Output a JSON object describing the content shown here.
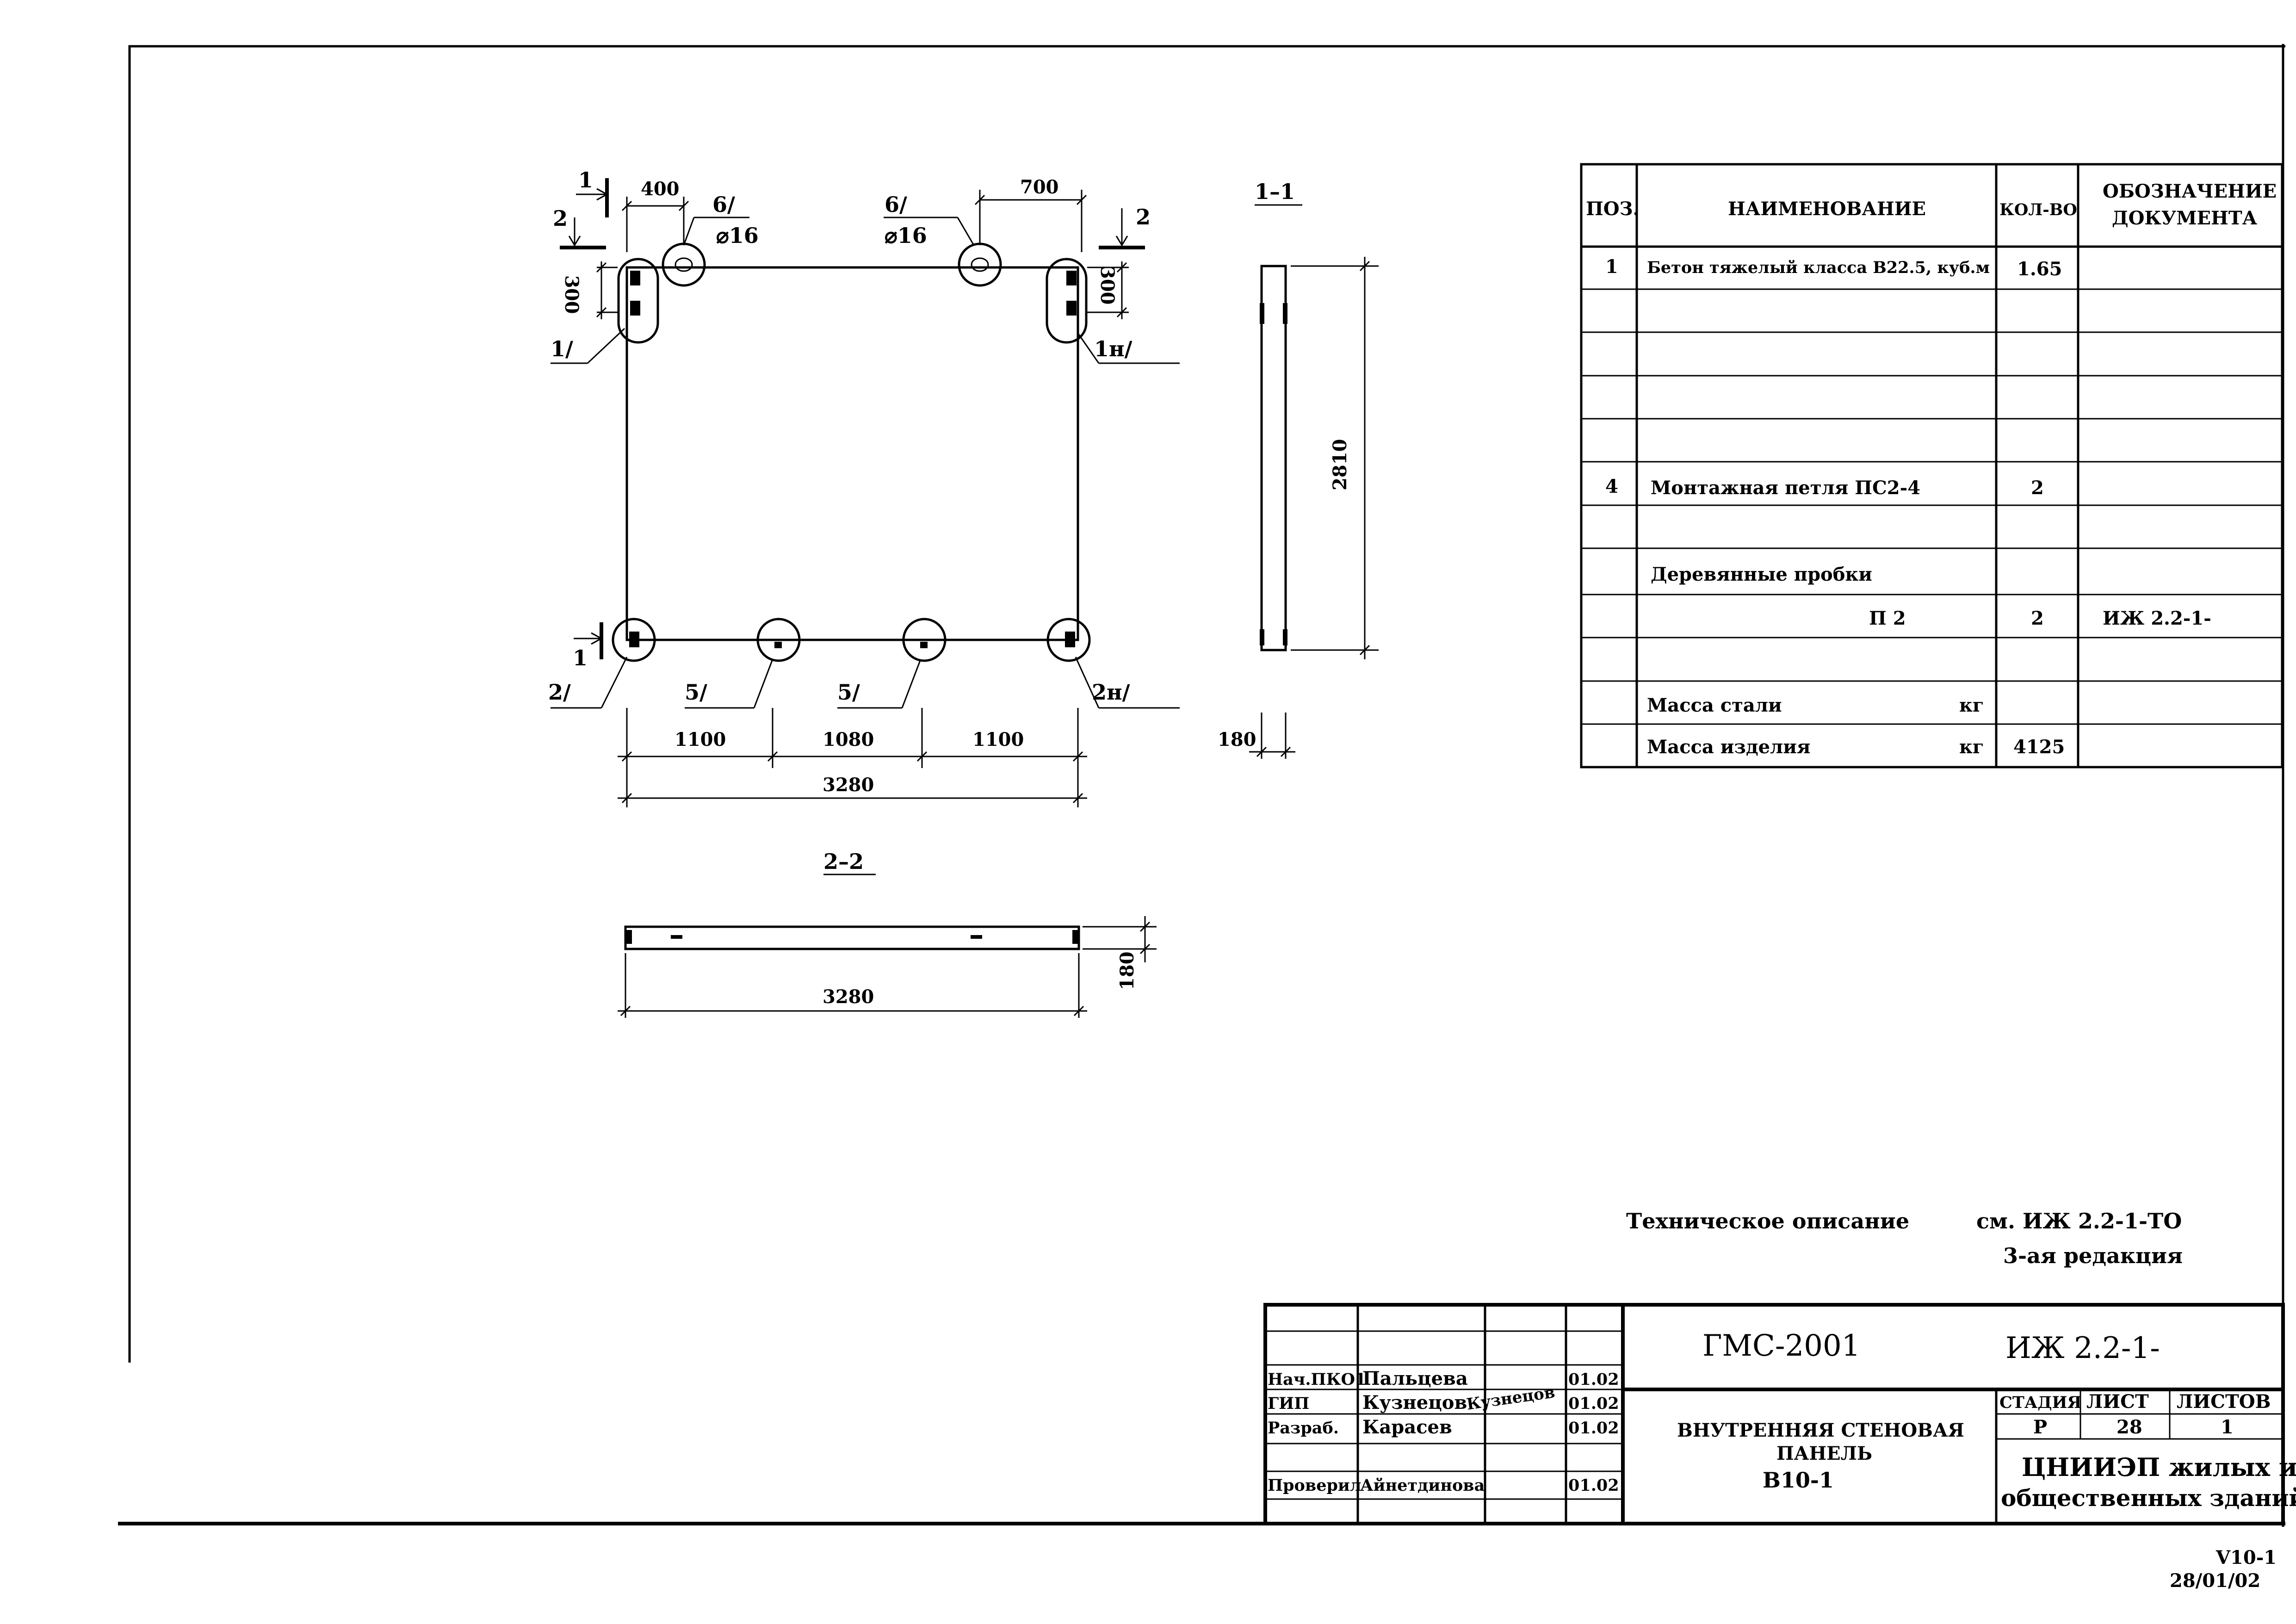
{
  "elevation": {
    "marks": {
      "cut1_top": "1",
      "cut2_top": "2",
      "cut2_right": "2",
      "cut1_bottom": "1",
      "pos1": "1/",
      "pos1n": "1н/",
      "pos2": "2/",
      "pos2n": "2н/",
      "pos5a": "5/",
      "pos5b": "5/",
      "pos6a": "6/",
      "pos6b": "6/"
    },
    "dims": {
      "loop_left": "400",
      "loop_right": "700",
      "hole_left": "⌀16",
      "hole_right": "⌀16",
      "left_300": "300",
      "right_300": "300",
      "bottom_1": "1100",
      "bottom_2": "1080",
      "bottom_3": "1100",
      "total": "3280"
    }
  },
  "section_1_1": {
    "title": "1–1",
    "height": "2810",
    "thickness": "180"
  },
  "section_2_2": {
    "title": "2–2",
    "thickness": "180",
    "length": "3280"
  },
  "spec_table": {
    "headers": {
      "pos": "ПОЗ.",
      "name": "НАИМЕНОВАНИЕ",
      "qty": "КОЛ-ВО",
      "doc_1": "ОБОЗНАЧЕНИЕ",
      "doc_2": "ДОКУМЕНТА"
    },
    "rows": [
      {
        "pos": "1",
        "name": "Бетон тяжелый класса B22.5, куб.м",
        "qty": "1.65",
        "doc": ""
      },
      {
        "pos": "",
        "name": "",
        "qty": "",
        "doc": ""
      },
      {
        "pos": "",
        "name": "",
        "qty": "",
        "doc": ""
      },
      {
        "pos": "",
        "name": "",
        "qty": "",
        "doc": ""
      },
      {
        "pos": "",
        "name": "",
        "qty": "",
        "doc": ""
      },
      {
        "pos": "4",
        "name": "Монтажная петля ПС2-4",
        "qty": "2",
        "doc": ""
      },
      {
        "pos": "",
        "name": "",
        "qty": "",
        "doc": ""
      },
      {
        "pos": "",
        "name": "Деревянные пробки",
        "qty": "",
        "doc": ""
      },
      {
        "pos": "",
        "name": "П 2",
        "qty": "2",
        "doc": "ИЖ 2.2-1-"
      },
      {
        "pos": "",
        "name": "",
        "qty": "",
        "doc": ""
      },
      {
        "pos": "",
        "name": "Масса стали",
        "unit": "кг",
        "qty": "",
        "doc": ""
      },
      {
        "pos": "",
        "name": "Масса изделия",
        "unit": "кг",
        "qty": "4125",
        "doc": ""
      }
    ]
  },
  "notes": {
    "tech_description_label": "Техническое описание",
    "tech_description_ref": "см. ИЖ 2.2-1-ТО",
    "edition": "3-ая редакция"
  },
  "title_block": {
    "project": "ГМС-2001",
    "doc_code": "ИЖ 2.2-1-",
    "staff": [
      {
        "role": "Нач.ПКО1",
        "name": "Пальцева",
        "date": ""
      },
      {
        "role": "ГИП",
        "name": "Кузнецов",
        "date": "01.02"
      },
      {
        "role": "Разраб.",
        "name": "Карасев",
        "date": "01.02"
      },
      {
        "role": "",
        "name": "",
        "date": ""
      },
      {
        "role": "Проверил",
        "name": "Айнетдинова",
        "date": "01.02"
      }
    ],
    "first_row_date": "01.02",
    "signature": "Кузнецов",
    "drawing_title": [
      "ВНУТРЕННЯЯ СТЕНОВАЯ",
      "ПАНЕЛЬ",
      "В10-1"
    ],
    "stage_label": "СТАДИЯ",
    "sheet_label": "ЛИСТ",
    "sheets_label": "ЛИСТОВ",
    "stage": "Р",
    "sheet": "28",
    "sheets": "1",
    "org": [
      "ЦНИИЭП жилых и",
      "общественных зданий"
    ]
  },
  "footer": {
    "code": "V10-1",
    "date": "28/01/02"
  }
}
